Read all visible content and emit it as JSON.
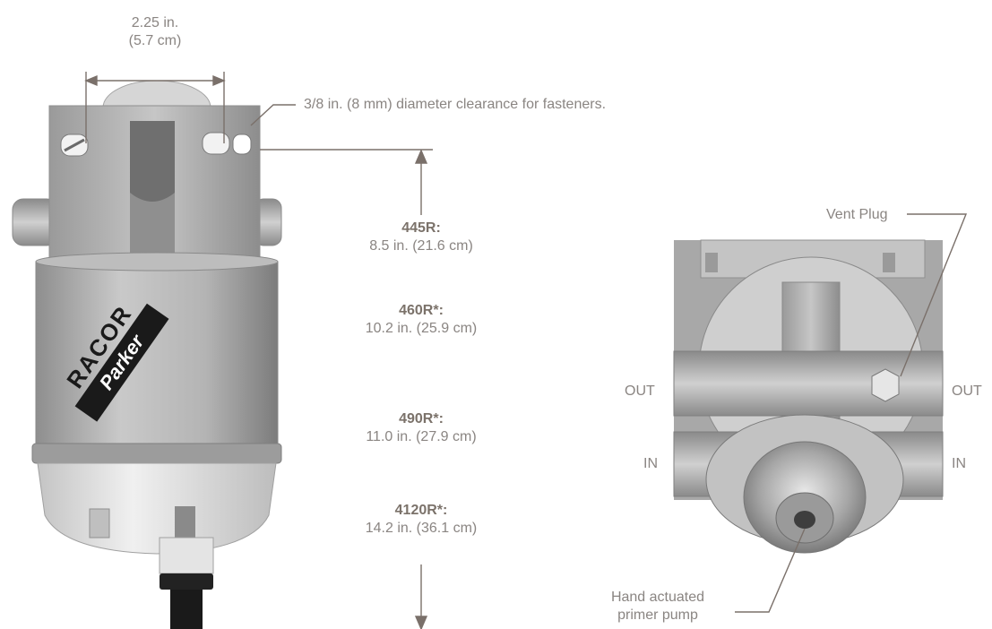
{
  "width_dim": {
    "line1": "2.25 in.",
    "line2": "(5.7 cm)"
  },
  "fastener_note": "3/8 in. (8 mm) diameter clearance for fasteners.",
  "models": [
    {
      "name": "445R:",
      "height": "8.5 in. (21.6 cm)"
    },
    {
      "name": "460R*:",
      "height": "10.2 in. (25.9 cm)"
    },
    {
      "name": "490R*:",
      "height": "11.0 in. (27.9 cm)"
    },
    {
      "name": "4120R*:",
      "height": "14.2 in. (36.1 cm)"
    }
  ],
  "brand": {
    "racor": "RACOR",
    "parker": "Parker"
  },
  "bottom_view": {
    "vent_plug": "Vent Plug",
    "out_left": "OUT",
    "out_right": "OUT",
    "in_left": "IN",
    "in_right": "IN",
    "pump_line1": "Hand actuated",
    "pump_line2": "primer pump"
  },
  "colors": {
    "annotation": "#8a8582",
    "leader": "#7a706a",
    "body_gray": "#aeaeae",
    "bowl": "#dcdcdc"
  }
}
